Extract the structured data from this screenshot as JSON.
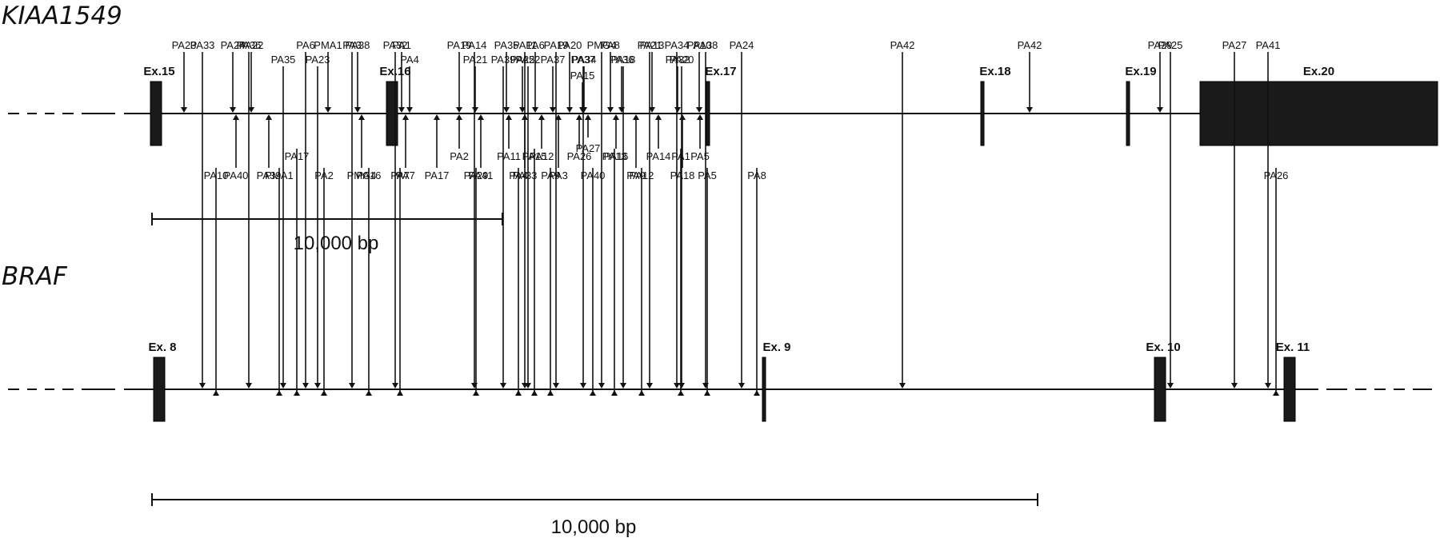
{
  "genes": [
    {
      "name": "KIAA1549",
      "exons": [
        {
          "label": "Ex.15",
          "pos": 195,
          "size": "s"
        },
        {
          "label": "Ex.16",
          "pos": 490,
          "size": "s"
        },
        {
          "label": "Ex.17",
          "pos": 885,
          "size": "xs"
        },
        {
          "label": "Ex.18",
          "pos": 1228,
          "size": "xs"
        },
        {
          "label": "Ex.19",
          "pos": 1410,
          "size": "xs"
        },
        {
          "label": "Ex.20",
          "pos": 1500,
          "end": 1797,
          "size": "big"
        }
      ],
      "above": [
        {
          "label": "PA23",
          "pos": 230,
          "lvl": 0
        },
        {
          "label": "PA24",
          "pos": 291,
          "lvl": 0
        },
        {
          "label": "PA22",
          "pos": 314,
          "lvl": 0
        },
        {
          "label": "PMA1",
          "pos": 410,
          "lvl": 0
        },
        {
          "label": "PA38",
          "pos": 447,
          "lvl": 0
        },
        {
          "label": "PA1",
          "pos": 502,
          "lvl": 0
        },
        {
          "label": "PA4",
          "pos": 512,
          "lvl": 1
        },
        {
          "label": "PA19",
          "pos": 574,
          "lvl": 0
        },
        {
          "label": "PA21",
          "pos": 594,
          "lvl": 1
        },
        {
          "label": "PA35",
          "pos": 633,
          "lvl": 0
        },
        {
          "label": "PA25",
          "pos": 653,
          "lvl": 1
        },
        {
          "label": "PA6",
          "pos": 669,
          "lvl": 0
        },
        {
          "label": "PA37",
          "pos": 691,
          "lvl": 1
        },
        {
          "label": "PA20",
          "pos": 712,
          "lvl": 0
        },
        {
          "label": "PA34",
          "pos": 730,
          "lvl": 1
        },
        {
          "label": "PA15",
          "pos": 728,
          "lvl": 2
        },
        {
          "label": "PA8",
          "pos": 763,
          "lvl": 0
        },
        {
          "label": "PA36",
          "pos": 777,
          "lvl": 1
        },
        {
          "label": "PA13",
          "pos": 815,
          "lvl": 0
        },
        {
          "label": "PA32",
          "pos": 847,
          "lvl": 1
        },
        {
          "label": "PA10",
          "pos": 874,
          "lvl": 0
        },
        {
          "label": "PA42",
          "pos": 1287,
          "lvl": 0
        },
        {
          "label": "PA29",
          "pos": 1450,
          "lvl": 0
        }
      ],
      "below": [
        {
          "label": "PA40",
          "pos": 295,
          "lvl": 1
        },
        {
          "label": "PA39",
          "pos": 336,
          "lvl": 1
        },
        {
          "label": "PMG4",
          "pos": 452,
          "lvl": 1
        },
        {
          "label": "PA7",
          "pos": 507,
          "lvl": 1
        },
        {
          "label": "PA17",
          "pos": 546,
          "lvl": 1
        },
        {
          "label": "PA2",
          "pos": 574,
          "lvl": 0
        },
        {
          "label": "PA41",
          "pos": 601,
          "lvl": 1
        },
        {
          "label": "PA11",
          "pos": 636,
          "lvl": 0
        },
        {
          "label": "PA33",
          "pos": 656,
          "lvl": 1
        },
        {
          "label": "PA12",
          "pos": 677,
          "lvl": 0
        },
        {
          "label": "PA3",
          "pos": 698,
          "lvl": 1
        },
        {
          "label": "PA26",
          "pos": 724,
          "lvl": 0
        },
        {
          "label": "PA27",
          "pos": 735,
          "lvl": -1
        },
        {
          "label": "PA16",
          "pos": 770,
          "lvl": 0
        },
        {
          "label": "PA9",
          "pos": 795,
          "lvl": 1
        },
        {
          "label": "PA14",
          "pos": 823,
          "lvl": 0
        },
        {
          "label": "PA18",
          "pos": 853,
          "lvl": 1
        },
        {
          "label": "PA5",
          "pos": 875,
          "lvl": 0
        }
      ],
      "scale_label": "10,000 bp"
    },
    {
      "name": "BRAF",
      "exons": [
        {
          "label": "Ex. 8",
          "pos": 199,
          "size": "s"
        },
        {
          "label": "Ex. 9",
          "pos": 955,
          "size": "xs"
        },
        {
          "label": "Ex. 10",
          "pos": 1450,
          "size": "s"
        },
        {
          "label": "Ex. 11",
          "pos": 1612,
          "size": "s"
        }
      ],
      "above": [
        {
          "label": "PA33",
          "pos": 253,
          "lvl": 0
        },
        {
          "label": "PA36",
          "pos": 311,
          "lvl": 0
        },
        {
          "label": "PA35",
          "pos": 354,
          "lvl": 1
        },
        {
          "label": "PA6",
          "pos": 382,
          "lvl": 0
        },
        {
          "label": "PA23",
          "pos": 397,
          "lvl": 1
        },
        {
          "label": "PA3",
          "pos": 440,
          "lvl": 0
        },
        {
          "label": "PA32",
          "pos": 494,
          "lvl": 0
        },
        {
          "label": "PA14",
          "pos": 593,
          "lvl": 0
        },
        {
          "label": "PA39",
          "pos": 629,
          "lvl": 1
        },
        {
          "label": "PA11",
          "pos": 656,
          "lvl": 0
        },
        {
          "label": "PA22",
          "pos": 660,
          "lvl": 1
        },
        {
          "label": "PA19",
          "pos": 695,
          "lvl": 0
        },
        {
          "label": "PA37",
          "pos": 729,
          "lvl": 1
        },
        {
          "label": "PMG4",
          "pos": 752,
          "lvl": 0
        },
        {
          "label": "PA18",
          "pos": 779,
          "lvl": 1
        },
        {
          "label": "PA21",
          "pos": 812,
          "lvl": 0
        },
        {
          "label": "PA34",
          "pos": 846,
          "lvl": 0
        },
        {
          "label": "PA20",
          "pos": 852,
          "lvl": 1
        },
        {
          "label": "PA38",
          "pos": 882,
          "lvl": 0
        },
        {
          "label": "PA24",
          "pos": 927,
          "lvl": 0
        },
        {
          "label": "PA42",
          "pos": 1128,
          "lvl": 0
        },
        {
          "label": "PA25",
          "pos": 1463,
          "lvl": 0
        },
        {
          "label": "PA27",
          "pos": 1543,
          "lvl": 0
        },
        {
          "label": "PA41",
          "pos": 1585,
          "lvl": 0
        }
      ],
      "below": [
        {
          "label": "PA10",
          "pos": 270,
          "lvl": 1
        },
        {
          "label": "PMA1",
          "pos": 349,
          "lvl": 1
        },
        {
          "label": "PA17",
          "pos": 371,
          "lvl": 0
        },
        {
          "label": "PA2",
          "pos": 405,
          "lvl": 1
        },
        {
          "label": "PA16",
          "pos": 461,
          "lvl": 1
        },
        {
          "label": "PA7",
          "pos": 500,
          "lvl": 1
        },
        {
          "label": "PA29",
          "pos": 595,
          "lvl": 1
        },
        {
          "label": "PA4",
          "pos": 648,
          "lvl": 1
        },
        {
          "label": "PA15",
          "pos": 668,
          "lvl": 0
        },
        {
          "label": "PA9",
          "pos": 688,
          "lvl": 1
        },
        {
          "label": "PA40",
          "pos": 741,
          "lvl": 1
        },
        {
          "label": "PA13",
          "pos": 768,
          "lvl": 0
        },
        {
          "label": "PA12",
          "pos": 802,
          "lvl": 1
        },
        {
          "label": "PA1",
          "pos": 851,
          "lvl": 0
        },
        {
          "label": "PA5",
          "pos": 884,
          "lvl": 1
        },
        {
          "label": "PA8",
          "pos": 946,
          "lvl": 1
        },
        {
          "label": "PA26",
          "pos": 1595,
          "lvl": 1
        }
      ],
      "scale_label": "10,000 bp"
    }
  ]
}
